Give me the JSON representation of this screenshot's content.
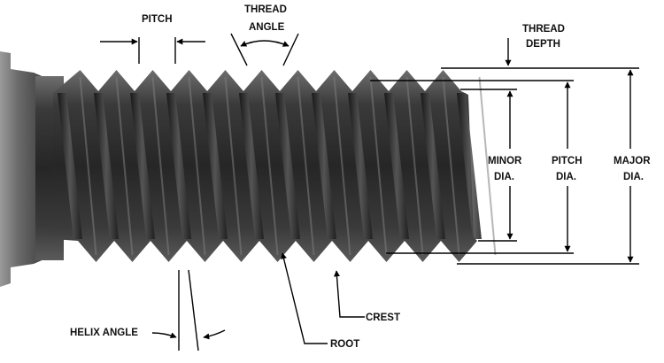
{
  "labels": {
    "pitch": "PITCH",
    "thread_angle_1": "THREAD",
    "thread_angle_2": "ANGLE",
    "thread_depth_1": "THREAD",
    "thread_depth_2": "DEPTH",
    "minor_dia_1": "MINOR",
    "minor_dia_2": "DIA.",
    "pitch_dia_1": "PITCH",
    "pitch_dia_2": "DIA.",
    "major_dia_1": "MAJOR",
    "major_dia_2": "DIA.",
    "crest": "CREST",
    "root": "ROOT",
    "helix_angle": "HELIX ANGLE"
  },
  "colors": {
    "line": "#000000",
    "label": "#111111",
    "bolt_dark": "#2b2b2b",
    "bolt_mid": "#555555",
    "bolt_light": "#8a8a8a"
  }
}
